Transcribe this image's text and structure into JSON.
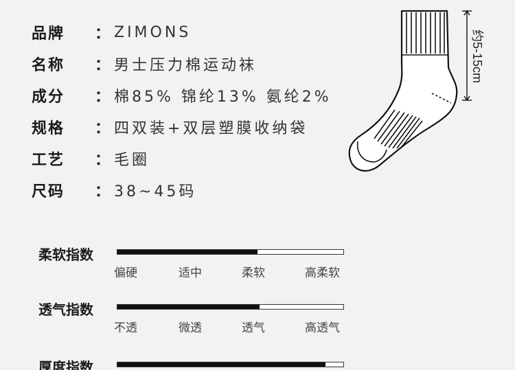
{
  "specs": [
    {
      "label": "品牌",
      "colon": "：",
      "value": "ZIMONS"
    },
    {
      "label": "名称",
      "colon": "：",
      "value": "男士压力棉运动袜"
    },
    {
      "label": "成分",
      "colon": "：",
      "value": "棉85% 锦纶13% 氨纶2%"
    },
    {
      "label": "规格",
      "colon": "：",
      "value": "四双装+双层塑膜收纳袋"
    },
    {
      "label": "工艺",
      "colon": "：",
      "value": "毛圈"
    },
    {
      "label": "尺码",
      "colon": "：",
      "value": "38~45码"
    }
  ],
  "sock": {
    "dimension_label": "约5-15cm",
    "icon": "sock-icon"
  },
  "ratings": [
    {
      "title": "柔软指数",
      "level": 0.62,
      "ticks": [
        "偏硬",
        "适中",
        "柔软",
        "高柔软"
      ]
    },
    {
      "title": "透气指数",
      "level": 0.63,
      "ticks": [
        "不透",
        "微透",
        "透气",
        "高透气"
      ]
    },
    {
      "title": "厚度指数",
      "level": 0.92,
      "ticks": []
    }
  ],
  "colors": {
    "background": "#f2f2f2",
    "bar_fill": "#111111",
    "text": "#222222"
  }
}
